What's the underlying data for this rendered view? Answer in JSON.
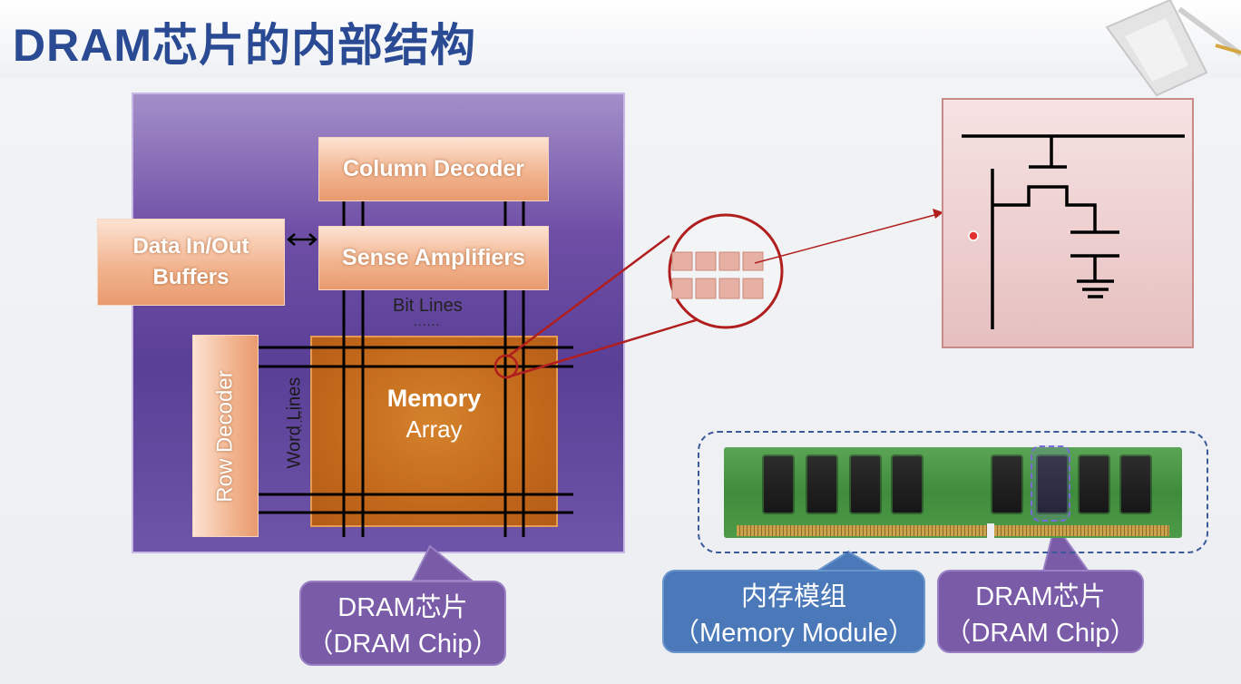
{
  "slide": {
    "title": "DRAM芯片的内部结构"
  },
  "chip_diagram": {
    "column_decoder": "Column Decoder",
    "sense_amplifiers": "Sense Amplifiers",
    "data_buffers_line1": "Data In/Out",
    "data_buffers_line2": "Buffers",
    "row_decoder": "Row Decoder",
    "memory_array_line1": "Memory",
    "memory_array_line2": "Array",
    "bit_lines": "Bit Lines",
    "word_lines": "Word Lines",
    "dots": "......"
  },
  "callouts": {
    "chip_left_line1": "DRAM芯片",
    "chip_left_line2": "（DRAM Chip）",
    "module_line1": "内存模组",
    "module_line2": "（Memory Module）",
    "chip_right_line1": "DRAM芯片",
    "chip_right_line2": "（DRAM Chip）"
  },
  "colors": {
    "title": "#2a4a94",
    "chip_purple": "#6f4fa6",
    "decoder_peach": "#f1b590",
    "array_orange": "#c2681b",
    "callout_purple": "#7a5ba8",
    "callout_blue": "#4a78b8",
    "zoom_red": "#b01e1e"
  }
}
